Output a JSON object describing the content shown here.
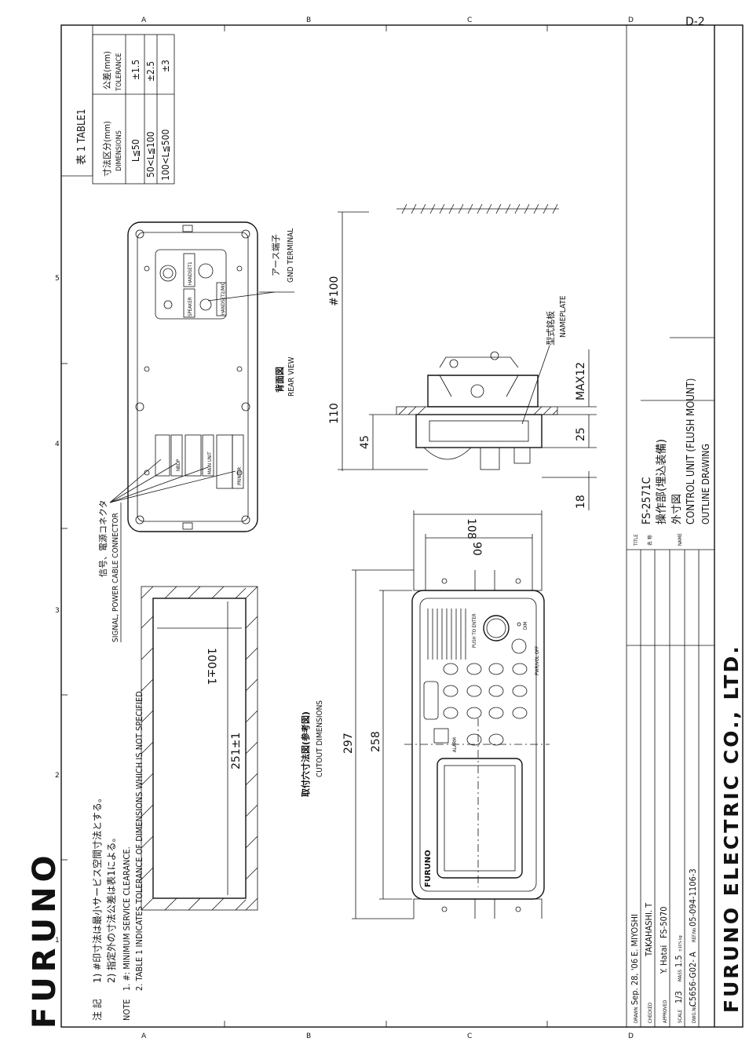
{
  "sheet": {
    "page_id": "D-2",
    "zone_letters": [
      "A",
      "B",
      "C",
      "D"
    ],
    "zone_numbers": [
      "1",
      "2",
      "3",
      "4",
      "5"
    ]
  },
  "brand": {
    "logo_text": "FURUNO",
    "company": "FURUNO ELECTRIC CO., LTD."
  },
  "table1": {
    "title": "表 1 TABLE1",
    "header_dims_jp": "寸法区分(mm)",
    "header_dims_en": "DIMENSIONS",
    "header_tol_jp": "公差(mm)",
    "header_tol_en": "TOLERANCE",
    "rows": [
      {
        "dim": "L≦50",
        "tol": "±1.5"
      },
      {
        "dim": "50<L≦100",
        "tol": "±2.5"
      },
      {
        "dim": "100<L≦500",
        "tol": "±3"
      }
    ]
  },
  "rear_view": {
    "title_jp": "背面図",
    "title_en": "REAR VIEW",
    "connectors": [
      "SPEAKER",
      "HANDSET1",
      "HANDSET2/MIC",
      "NBDP",
      "MAIN UNIT",
      "PRINTER"
    ],
    "gnd_label_jp": "アース端子",
    "gnd_label_en": "GND TERMINAL",
    "cable_label_jp": "信号、電源コネクタ",
    "cable_label_en": "SIGNAL, POWER CABLE CONNECTOR"
  },
  "side_view": {
    "dim_100": "#100",
    "dim_110": "110",
    "dim_45": "45",
    "dim_25": "25",
    "dim_max12": "MAX12",
    "dim_18": "18",
    "nameplate_jp": "型式銘板",
    "nameplate_en": "NAMEPLATE"
  },
  "cutout": {
    "dim_100": "100±1",
    "dim_251": "251±1",
    "title_jp": "取付穴寸法図(参考図)",
    "title_en": "CUTOUT DIMENSIONS"
  },
  "front_view": {
    "dim_297": "297",
    "dim_258": "258",
    "dim_108": "108",
    "dim_90": "90",
    "push_label": "PUSH TO ENTER",
    "dimmer_label": "DIM",
    "pwr_label": "PWR/VOL OFF",
    "alarm_label": "ALARM",
    "logo_text": "FURUNO"
  },
  "notes": {
    "heading_jp": "注 記",
    "jp": [
      "1) #印寸法は最小サービス空間寸法とする。",
      "2) 指定外の寸法公差は表1による。"
    ],
    "heading_en": "NOTE",
    "en": [
      "1.  #: MINIMUM SERVICE CLEARANCE.",
      "2.  TABLE 1 INDICATES TOLERANCE OF DIMENSIONS WHICH IS NOT SPECIFIED."
    ]
  },
  "title_block": {
    "drawn_label": "DRAWN",
    "drawn_date": "Sep. 28, '06",
    "drawn_name": "E. MIYOSHI",
    "checked_label": "CHECKED",
    "checked_name": "TAKAHASHI. T",
    "approved_label": "APPROVED",
    "approved_name": "Y. Hatai",
    "scale_label": "SCALE",
    "scale_value": "1/3",
    "mass_label": "MASS",
    "mass_value": "1.5",
    "mass_unit": "±10% kg",
    "dwg_label": "DWG.No.",
    "dwg_value": "C5656-G02- A",
    "ref_label": "REF.No.",
    "ref_value": "05-094-1106-3",
    "model_ref": "FS-5070",
    "title_label": "TITLE",
    "title_value": "FS-2571C",
    "name_label_jp": "名 称",
    "name_jp": "操作部(埋込装備)",
    "name_jp2": "外寸図",
    "name_label": "NAME",
    "name_en": "CONTROL UNIT (FLUSH MOUNT)",
    "name_en2": "OUTLINE DRAWING"
  }
}
